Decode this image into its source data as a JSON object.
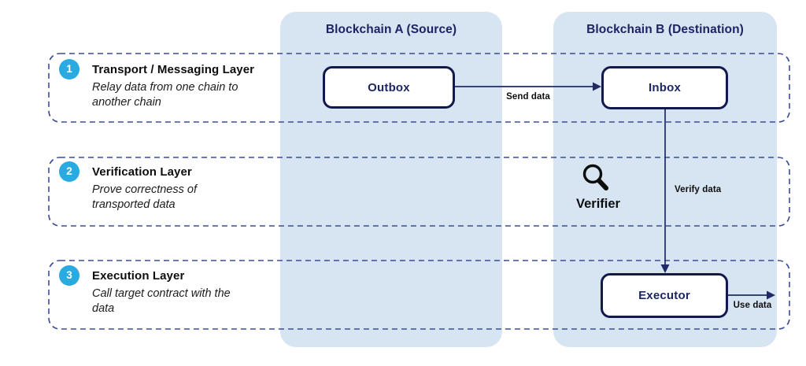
{
  "columns": [
    {
      "title": "Blockchain A (Source)"
    },
    {
      "title": "Blockchain B (Destination)"
    }
  ],
  "layers": [
    {
      "number": "1",
      "title": "Transport / Messaging Layer",
      "description": "Relay data from one chain to another chain"
    },
    {
      "number": "2",
      "title": "Verification Layer",
      "description": "Prove correctness of transported data"
    },
    {
      "number": "3",
      "title": "Execution Layer",
      "description": "Call target contract with the data"
    }
  ],
  "nodes": {
    "outbox": {
      "label": "Outbox"
    },
    "inbox": {
      "label": "Inbox"
    },
    "executor": {
      "label": "Executor"
    },
    "verifier": {
      "label": "Verifier",
      "icon": "magnifier-icon"
    }
  },
  "arrows": {
    "send": {
      "label": "Send data"
    },
    "verify": {
      "label": "Verify data"
    },
    "use": {
      "label": "Use data"
    }
  },
  "colors": {
    "column_fill": "#D7E5F3",
    "navy_text": "#1D2666",
    "node_border": "#11194E",
    "dashed_outline": "#3D4C94",
    "badge_fill": "#29ABE2",
    "arrow_line": "#1F2A66",
    "icon_black": "#0D0D0D"
  }
}
